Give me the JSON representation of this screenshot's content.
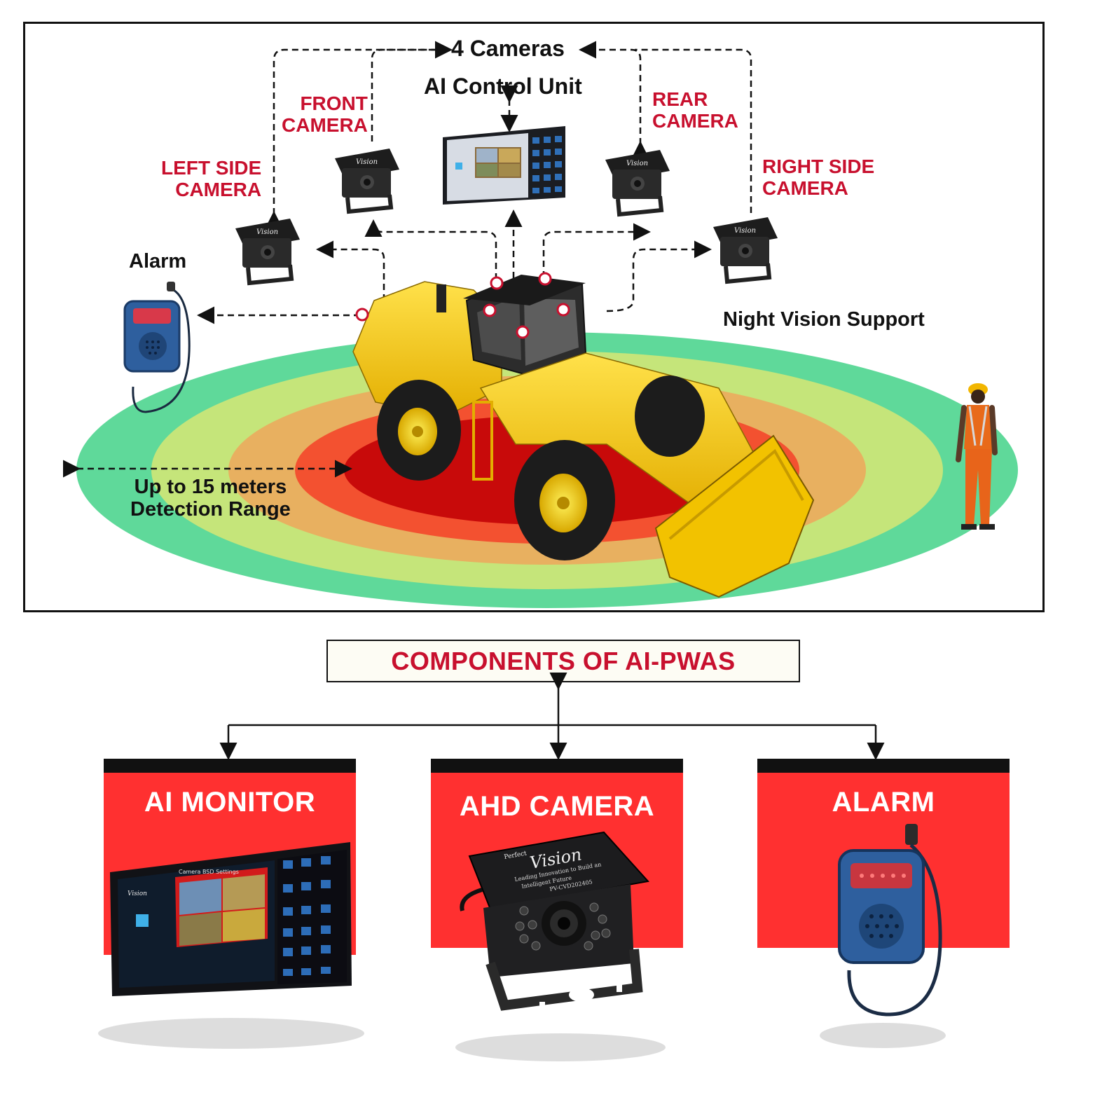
{
  "diagram": {
    "cameras_header": "4 Cameras",
    "control_unit": "AI Control Unit",
    "front_camera": [
      "FRONT",
      "CAMERA"
    ],
    "rear_camera": [
      "REAR",
      "CAMERA"
    ],
    "left_camera": [
      "LEFT SIDE",
      "CAMERA"
    ],
    "right_camera": [
      "RIGHT SIDE",
      "CAMERA"
    ],
    "alarm": "Alarm",
    "night_vision": "Night Vision Support",
    "range": [
      "Up to 15 meters",
      "Detection Range"
    ],
    "camera_brand": "Vision",
    "zone_colors": [
      "#5fd99a",
      "#c5e57a",
      "#e8b060",
      "#f35130",
      "#c80a0a"
    ]
  },
  "components": {
    "title": "COMPONENTS OF AI-PWAS",
    "items": [
      {
        "label": "AI MONITOR"
      },
      {
        "label": "AHD CAMERA"
      },
      {
        "label": "ALARM"
      }
    ],
    "monitor_title": "Camera BSD Settings",
    "camera_brand_small": "Perfect",
    "camera_brand": "Vision",
    "camera_tagline": [
      "Leading Innovation to Build an",
      "Intelligent Future"
    ],
    "camera_model": "PV-CVD202405"
  },
  "colors": {
    "accent_red": "#c8102e",
    "card_red": "#ff3030",
    "machine_yellow": "#f5c800"
  }
}
